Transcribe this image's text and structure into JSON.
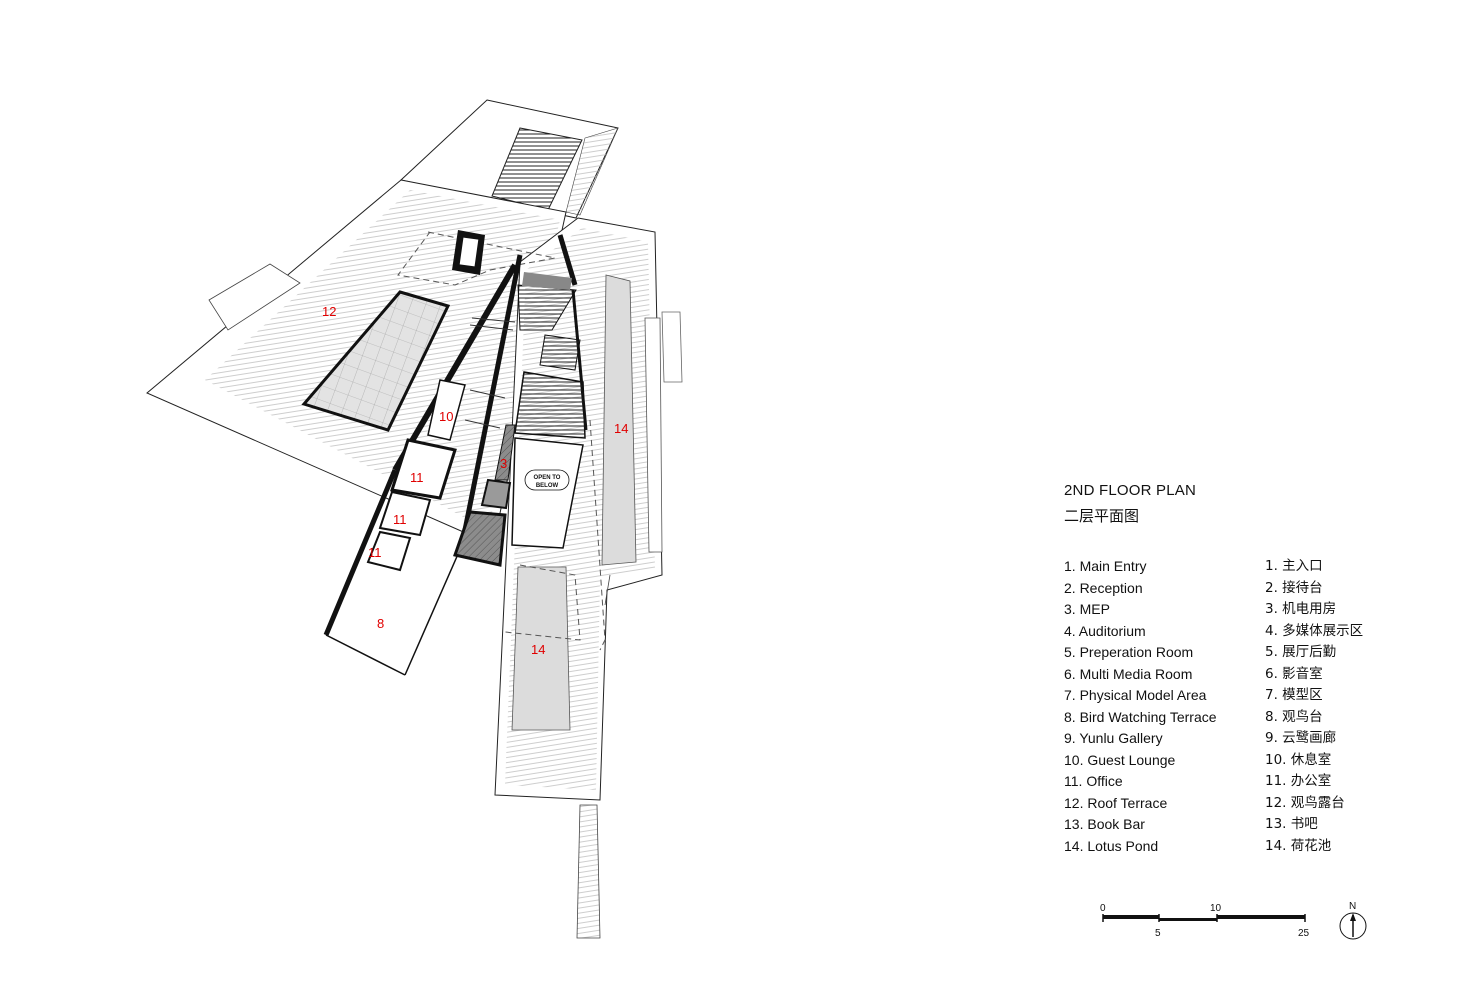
{
  "title": "2ND FLOOR PLAN",
  "subtitle": "二层平面图",
  "legend_en": [
    "1. Main Entry",
    "2. Reception",
    "3. MEP",
    "4. Auditorium",
    "5. Preperation Room",
    "6. Multi Media Room",
    "7. Physical Model Area",
    "8. Bird Watching Terrace",
    "9. Yunlu Gallery",
    "10. Guest Lounge",
    "11. Office",
    "12. Roof Terrace",
    "13. Book Bar",
    "14. Lotus Pond"
  ],
  "legend_zh": [
    "1. 主入口",
    "2. 接待台",
    "3. 机电用房",
    "4. 多媒体展示区",
    "5. 展厅后勤",
    "6. 影音室",
    "7. 模型区",
    "8. 观鸟台",
    "9. 云鹭画廊",
    "10. 休息室",
    "11. 办公室",
    "12. 观鸟露台",
    "13. 书吧",
    "14. 荷花池"
  ],
  "room_labels": {
    "r12": "12",
    "r10": "10",
    "r11a": "11",
    "r11b": "11",
    "r11c": "11",
    "r8": "8",
    "r3": "3",
    "r14a": "14",
    "r14b": "14"
  },
  "open_to_below": [
    "OPEN TO",
    "BELOW"
  ],
  "scale_bar": {
    "top": [
      "0",
      "10"
    ],
    "bottom": [
      "5",
      "25"
    ]
  },
  "north_label": "N",
  "colors": {
    "room_label": "#e00000",
    "pond_fill": "#dcdcdc",
    "wall": "#000000"
  }
}
